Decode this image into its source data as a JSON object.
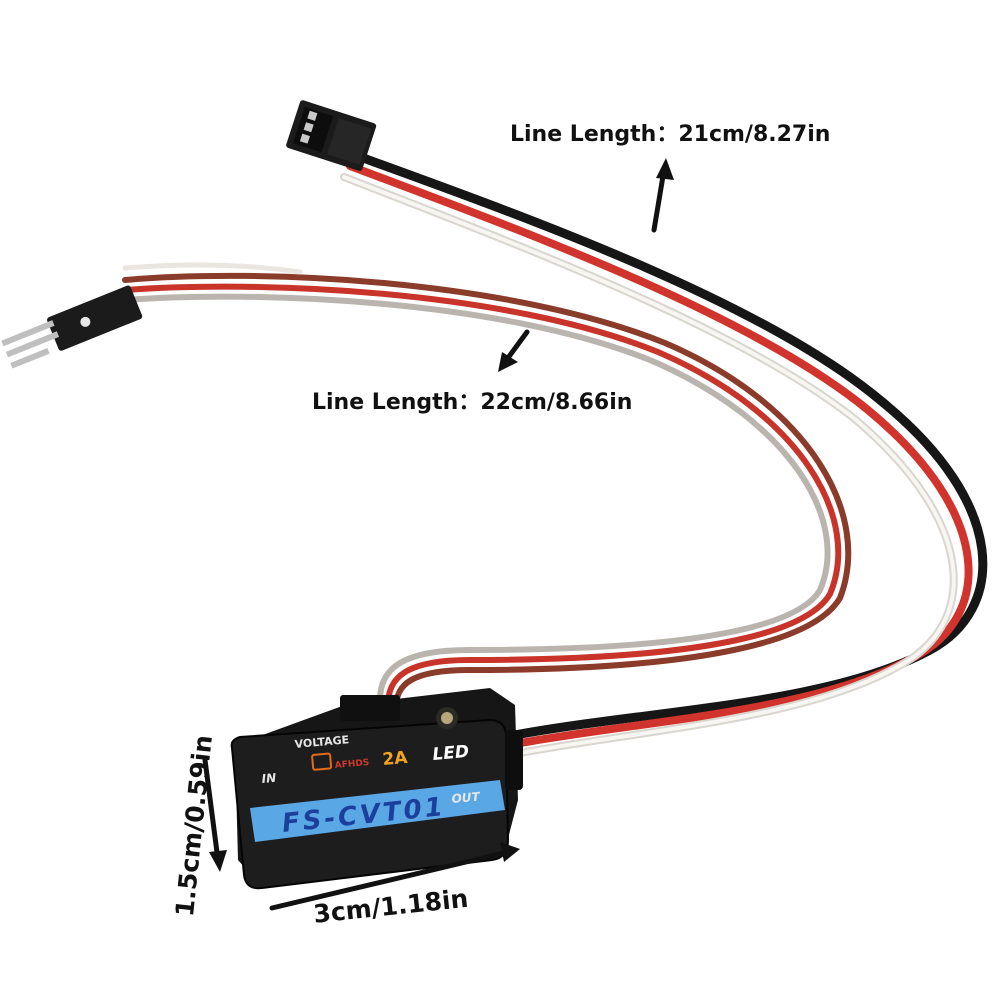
{
  "labels": {
    "line1": "Line Length：21cm/8.27in",
    "line2": "Line Length：22cm/8.66in",
    "width": "3cm/1.18in",
    "height": "1.5cm/0.59in"
  },
  "device": {
    "model": "FS-CVT01",
    "voltage": "VOLTAGE",
    "current": "2A",
    "led": "LED",
    "in": "IN",
    "out": "OUT",
    "brand": "AFHDS"
  },
  "colors": {
    "wire_black": "#1a1a1a",
    "wire_red": "#d0342c",
    "wire_white": "#f2f0ea",
    "body": "#1c1c1c",
    "band": "#5aa7e6"
  }
}
